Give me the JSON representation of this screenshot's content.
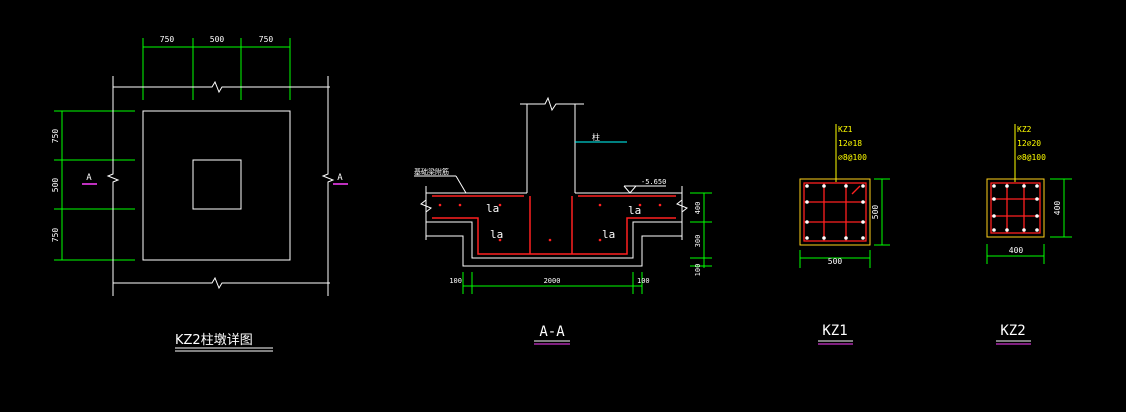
{
  "colors": {
    "background": "#000000",
    "outline": "#ffffff",
    "dimension": "#00ff00",
    "rebar": "#ff2020",
    "label": "#ffff00",
    "leader": "#00ffff",
    "magenta": "#ff40ff",
    "column_section_border": "#ffd21a"
  },
  "plan": {
    "dims_top": [
      "750",
      "500",
      "750"
    ],
    "dims_left": [
      "750",
      "500",
      "750"
    ],
    "section_mark_left": "A",
    "section_mark_right": "A",
    "title": "KZ2柱墩详图"
  },
  "section_aa": {
    "leader_text": "基础梁附筋",
    "column_label": "柱",
    "elevation": "-5.650",
    "anchor_labels": [
      "la",
      "la",
      "la",
      "la"
    ],
    "dim_bottom": [
      "100",
      "2000",
      "100"
    ],
    "dims_right": [
      "400",
      "300",
      "100"
    ],
    "title": "A-A"
  },
  "kz1": {
    "name": "KZ1",
    "rebar_main": "12⌀18",
    "rebar_stirrup": "⌀8@100",
    "dim_width": "500",
    "dim_height": "500",
    "title": "KZ1"
  },
  "kz2": {
    "name": "KZ2",
    "rebar_main": "12⌀20",
    "rebar_stirrup": "⌀8@100",
    "dim_width": "400",
    "dim_height": "400",
    "title": "KZ2"
  }
}
